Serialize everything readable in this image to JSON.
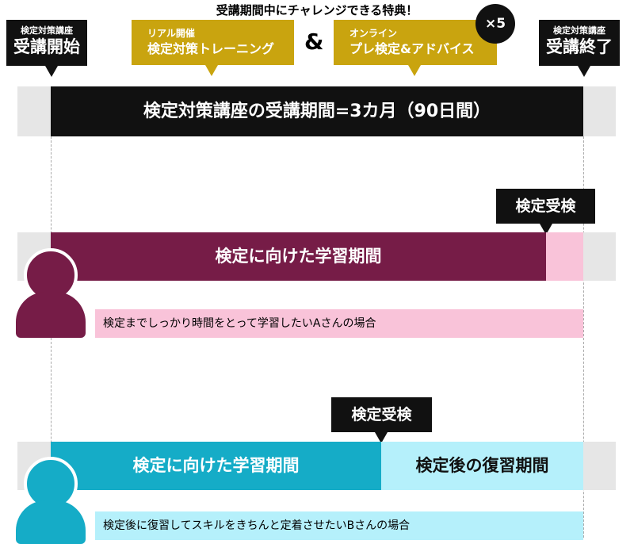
{
  "top_caption": "受講期間中にチャレンジできる特典！",
  "start_callout": {
    "small": "検定対策講座",
    "large": "受講開始"
  },
  "end_callout": {
    "small": "検定対策講座",
    "large": "受講終了"
  },
  "benefit_real": {
    "small": "リアル開催",
    "large": "検定対策トレーニング"
  },
  "ampersand": "&",
  "benefit_online": {
    "small": "オンライン",
    "large": "プレ検定&アドバイス"
  },
  "times_badge": "×5",
  "period_bar": "検定対策講座の受講期間=3カ月（90日間）",
  "case_a": {
    "exam_label": "検定受検",
    "study_bar": "検定に向けた学習期間",
    "note": "検定までしっかり時間をとって学習したいAさんの場合"
  },
  "case_b": {
    "exam_label": "検定受検",
    "study_bar": "検定に向けた学習期間",
    "review_bar": "検定後の復習期間",
    "note": "検定後に復習してスキルをきちんと定着させたいBさんの場合"
  },
  "colors": {
    "black": "#111111",
    "gold": "#c9a40f",
    "maroon": "#761c47",
    "pink": "#f9c3d9",
    "teal": "#15acc7",
    "light_cyan": "#b5f0fb",
    "grey": "#e6e6e6"
  }
}
